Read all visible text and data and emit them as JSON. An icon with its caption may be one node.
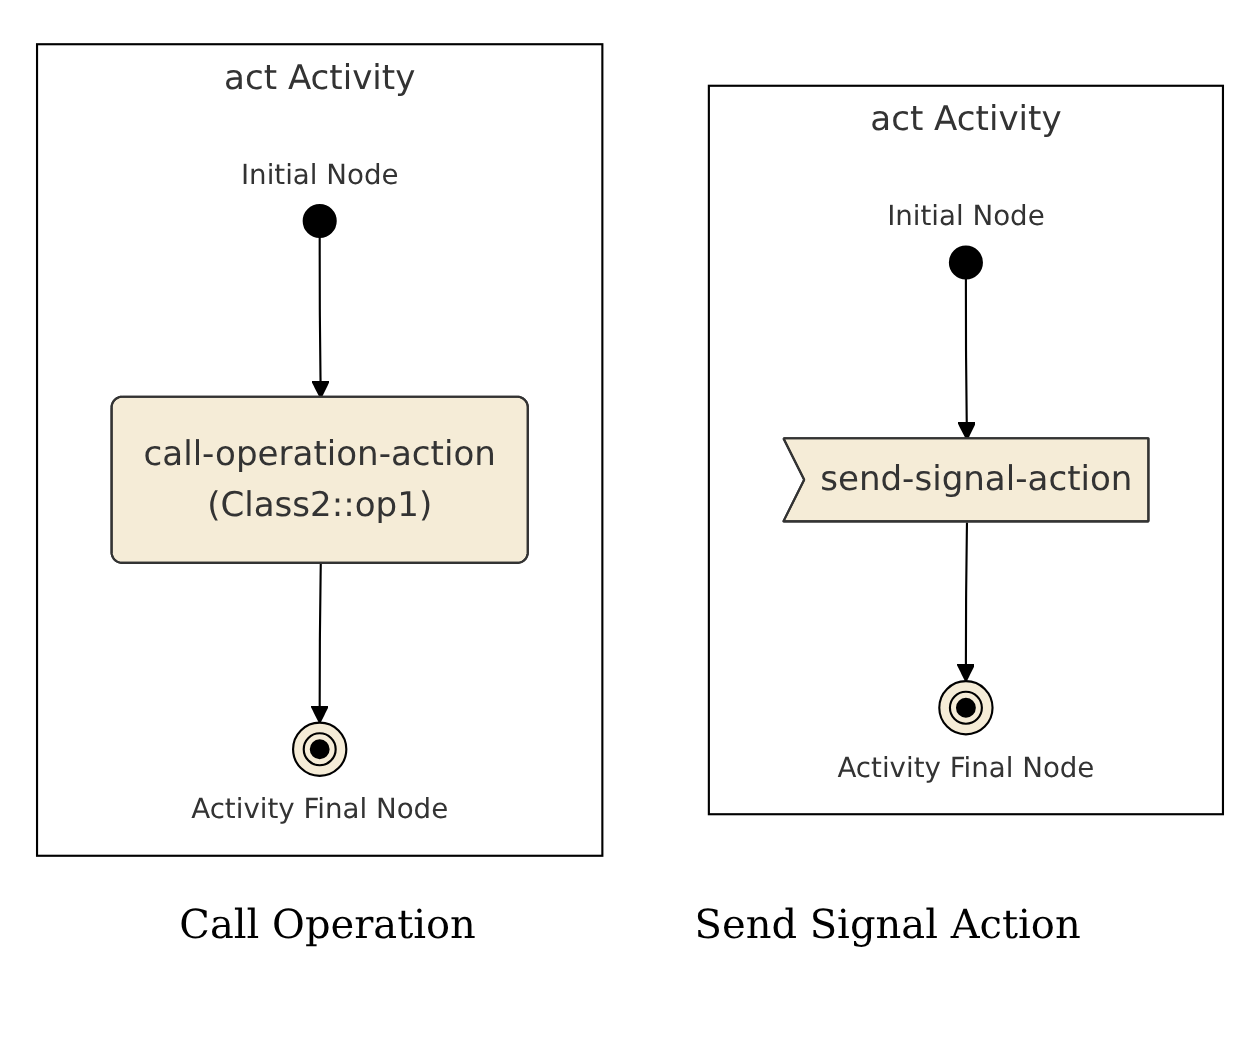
{
  "diagram": {
    "nodes": [
      {
        "text": [
          "act Activity"
        ]
      },
      {
        "text": [],
        "shape": "circle",
        "beside": [
          "Initial Node"
        ],
        "in": 0
      },
      {
        "text": [
          "call-operation-action",
          "(Class2::op1)"
        ],
        "in": 0
      },
      {
        "text": [],
        "shape": "circle",
        "beside": [
          "Activity Final Node"
        ],
        "in": 0
      },
      {
        "text": [
          "act Activity"
        ]
      },
      {
        "text": [],
        "shape": "circle",
        "beside": [
          "Initial Node"
        ],
        "in": 4
      },
      {
        "text": [
          "send-signal-action"
        ],
        "in": 4
      },
      {
        "text": [],
        "shape": "circle",
        "beside": [
          "Activity Final Node"
        ],
        "in": 4
      }
    ],
    "edges": [
      {
        "from": 1,
        "to": 2,
        "arrow": "to"
      },
      {
        "from": 2,
        "to": 3,
        "arrow": "to"
      },
      {
        "from": 5,
        "to": 6,
        "arrow": "to"
      },
      {
        "from": 6,
        "to": 7,
        "arrow": "to"
      }
    ],
    "labels": [
      "Call Operation",
      "Send Signal Action"
    ]
  }
}
